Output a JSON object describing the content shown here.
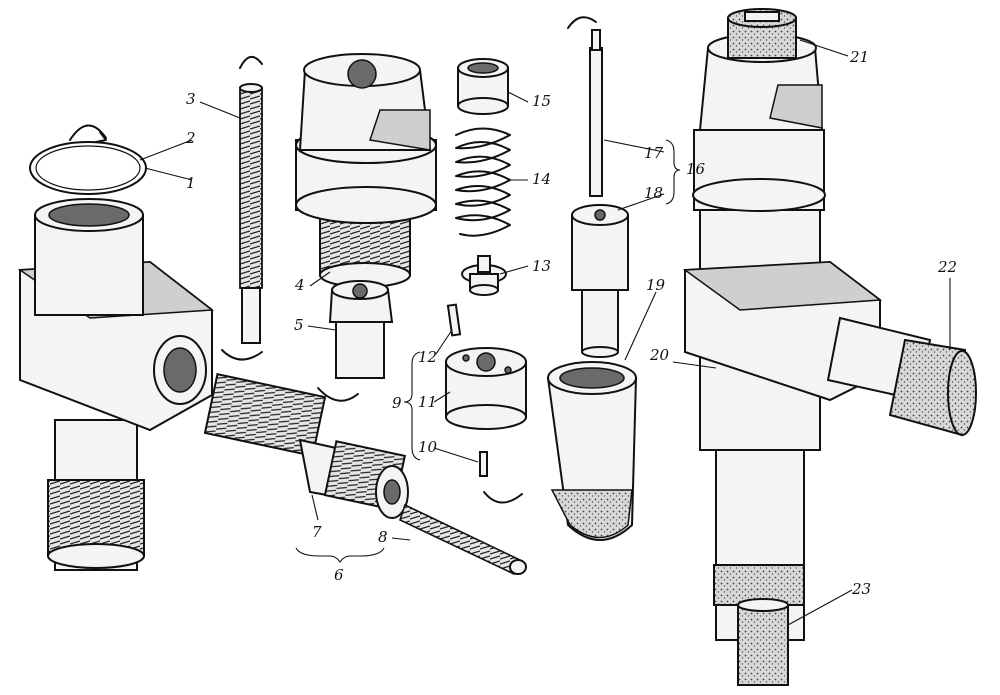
{
  "labels": {
    "l1": "1",
    "l2": "2",
    "l3": "3",
    "l4": "4",
    "l5": "5",
    "l6": "6",
    "l7": "7",
    "l8": "8",
    "l9": "9",
    "l10": "10",
    "l11": "11",
    "l12": "12",
    "l13": "13",
    "l14": "14",
    "l15": "15",
    "l16": "16",
    "l17": "17",
    "l18": "18",
    "l19": "19",
    "l20": "20",
    "l21": "21",
    "l22": "22",
    "l23": "23"
  },
  "colors": {
    "ink": "#111111",
    "paper": "#ffffff",
    "shade": "#cfcfcf"
  }
}
